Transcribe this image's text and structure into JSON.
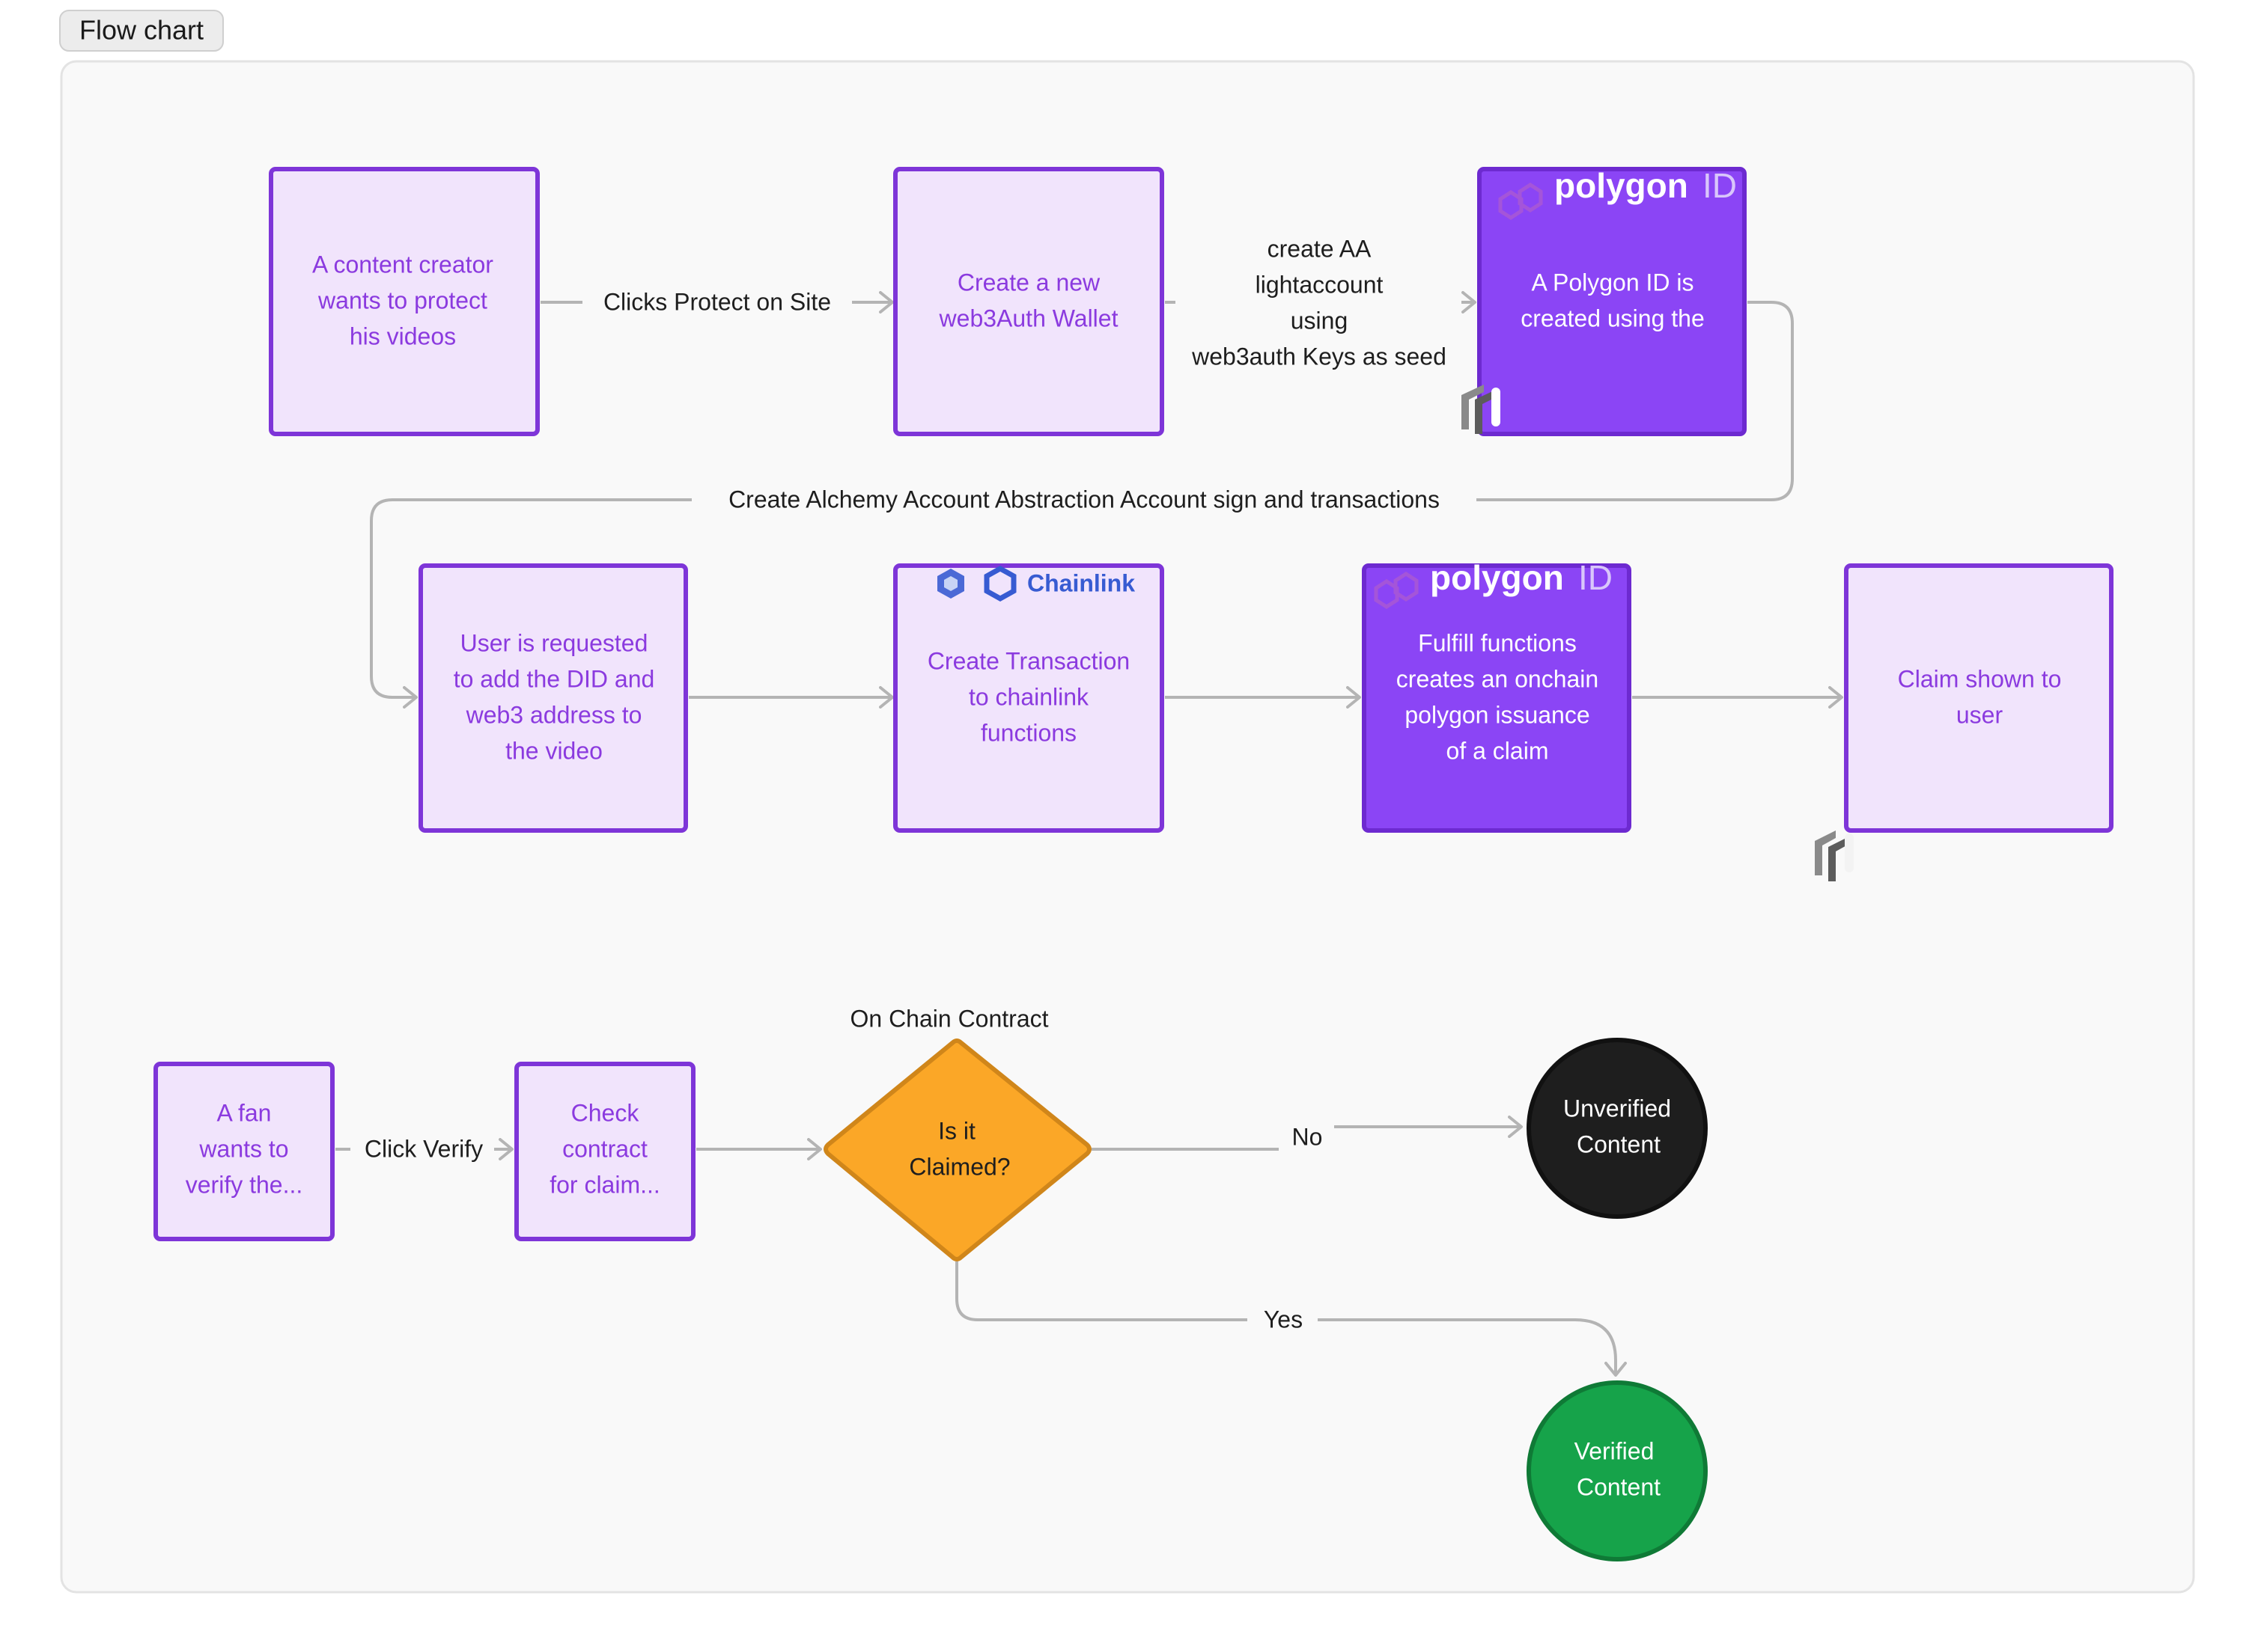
{
  "tab": {
    "label": "Flow chart"
  },
  "colors": {
    "box_fill": "#f1e4fc",
    "box_stroke": "#7e35d8",
    "box_text": "#8b3adf",
    "polygon_fill": "#8b45f5",
    "polygon_stroke": "#6d2ad0",
    "diamond_fill": "#fba727",
    "diamond_stroke": "#d0861a",
    "unverified_fill": "#1e1e1e",
    "verified_fill": "#16a34a",
    "connector": "#b4b4b4",
    "canvas_bg": "#f9f9f9",
    "canvas_border": "#e3e3e3",
    "chainlink_blue": "#375bd2"
  },
  "logos": {
    "polygon_word": "polygon",
    "polygon_id": "ID",
    "chainlink": "Chainlink"
  },
  "nodes": {
    "creator": [
      "A content creator",
      "wants to protect",
      "his videos"
    ],
    "wallet": [
      "Create a new",
      "web3Auth Wallet"
    ],
    "polygon_id": [
      "A Polygon ID is",
      "created using the"
    ],
    "did_request": [
      "User is requested",
      "to add the DID and",
      "web3 address to",
      "the video"
    ],
    "chainlink_tx": [
      "Create Transaction",
      "to chainlink",
      "functions"
    ],
    "fulfill": [
      "Fulfill functions",
      "creates an onchain",
      "polygon issuance",
      "of a claim"
    ],
    "claim_shown": [
      "Claim shown to",
      "user"
    ],
    "fan": [
      "A fan",
      "wants to",
      "verify the..."
    ],
    "check_contract": [
      "Check",
      "contract",
      "for claim..."
    ],
    "is_claimed": [
      "Is it",
      "Claimed?"
    ],
    "unverified": [
      "Unverified",
      "Content"
    ],
    "verified": [
      "Verified",
      "Content"
    ]
  },
  "edges": {
    "clicks_protect": "Clicks Protect on Site",
    "create_aa": [
      "create AA",
      "lightaccount",
      "using",
      "web3auth Keys as seed"
    ],
    "alchemy": "Create Alchemy Account Abstraction Account sign and transactions",
    "click_verify": "Click Verify",
    "no": "No",
    "yes": "Yes"
  },
  "annotations": {
    "on_chain_contract": "On Chain Contract"
  }
}
